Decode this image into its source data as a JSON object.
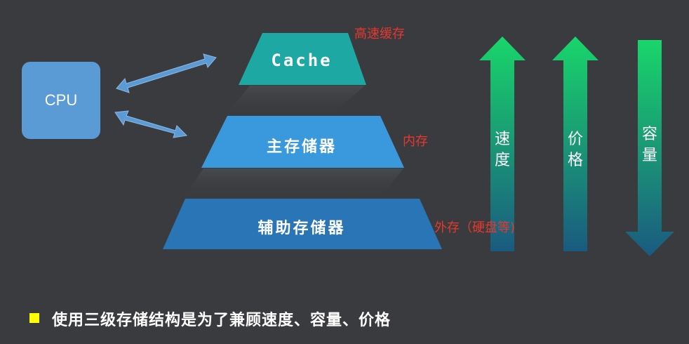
{
  "diagram": {
    "cpu_label": "CPU",
    "tiers": [
      {
        "label": "Cache",
        "note": "高速缓存"
      },
      {
        "label": "主存储器",
        "note": "内存"
      },
      {
        "label": "辅助存储器",
        "note": "外存（硬盘等)"
      }
    ],
    "arrows": [
      {
        "label": "速度",
        "direction": "up"
      },
      {
        "label": "价格",
        "direction": "up"
      },
      {
        "label": "容量",
        "direction": "down"
      }
    ],
    "summary": "使用三级存储结构是为了兼顾速度、容量、价格"
  },
  "colors": {
    "background": "#3a3b3e",
    "cpu": "#5b9bd5",
    "cache": "#1ea8a4",
    "main_memory": "#3a98dc",
    "aux_memory": "#2a75b6",
    "note": "#e8372d",
    "gradient_top": "#19d66a",
    "gradient_bottom": "#1a5a80",
    "bullet": "#ffff00"
  }
}
